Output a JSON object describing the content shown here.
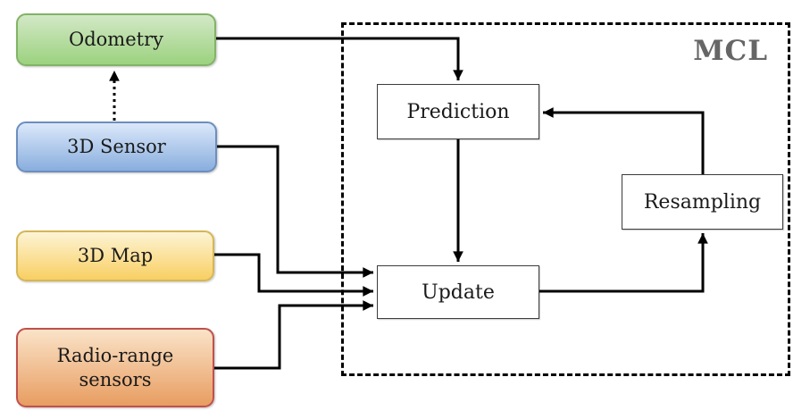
{
  "diagram": {
    "region_title": "MCL",
    "nodes": {
      "odometry": {
        "label": "Odometry"
      },
      "sensor3d": {
        "label": "3D Sensor"
      },
      "map3d": {
        "label": "3D Map"
      },
      "radio": {
        "label": "Radio-range sensors"
      },
      "prediction": {
        "label": "Prediction"
      },
      "update": {
        "label": "Update"
      },
      "resampling": {
        "label": "Resampling"
      }
    },
    "edges": [
      {
        "from": "odometry",
        "to": "prediction",
        "style": "solid-arrow"
      },
      {
        "from": "sensor3d",
        "to": "odometry",
        "style": "dotted-arrow"
      },
      {
        "from": "sensor3d",
        "to": "update",
        "style": "solid-arrow"
      },
      {
        "from": "map3d",
        "to": "update",
        "style": "solid-arrow"
      },
      {
        "from": "radio",
        "to": "update",
        "style": "solid-arrow"
      },
      {
        "from": "prediction",
        "to": "update",
        "style": "solid-arrow"
      },
      {
        "from": "update",
        "to": "resampling",
        "style": "solid-arrow"
      },
      {
        "from": "resampling",
        "to": "prediction",
        "style": "solid-arrow"
      }
    ],
    "colors": {
      "green_top": "#d3e8c6",
      "green_bottom": "#9cd27f",
      "green_border": "#82b366",
      "blue_top": "#dbe8fa",
      "blue_bottom": "#89aede",
      "blue_border": "#6c8ebf",
      "yellow_top": "#fdf4d5",
      "yellow_bottom": "#f8cf62",
      "yellow_border": "#d6b656",
      "orange_top": "#fae3c8",
      "orange_bottom": "#e89d61",
      "orange_border": "#c0504d",
      "mcl_label": "#666666",
      "line": "#000000"
    }
  }
}
